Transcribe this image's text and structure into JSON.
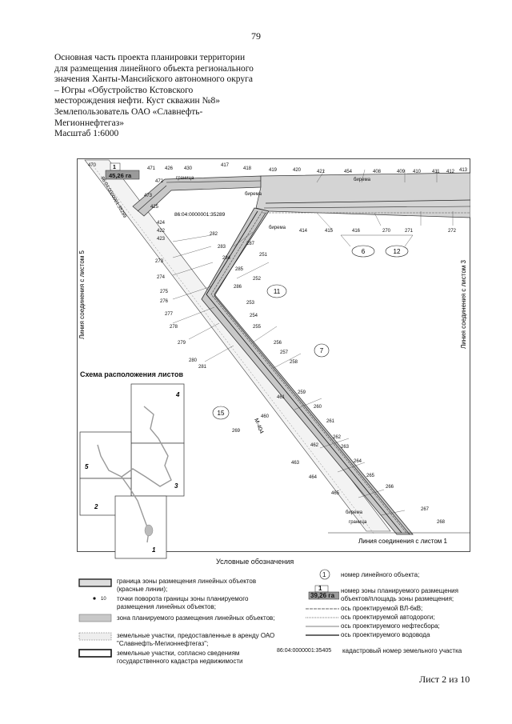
{
  "page_number": "79",
  "title_lines": [
    "Основная часть проекта планировки территории",
    "для размещения линейного объекта регионального",
    "значения Ханты-Мансийского автономного округа",
    "– Югры «Обустройство Кстовского",
    "месторождения нефти. Куст скважин №8»",
    "Землепользователь ОАО «Славнефть-",
    "Мегионнефтегаз»",
    "Масштаб 1:6000"
  ],
  "map": {
    "zone_badge_number": "1",
    "zone_badge_area": "45,26 га",
    "cadastral_label": "86:04:0000001:35289",
    "object_labels": [
      "6",
      "12",
      "11",
      "7",
      "15"
    ],
    "junction_left": "Линия соединения с листом 5",
    "junction_right": "Линия соединения с листом 3",
    "junction_bottom": "Линия соединения с листом 1",
    "road_label": "М-404",
    "point_labels": [
      "470",
      "471",
      "426",
      "430",
      "472",
      "473",
      "425",
      "424",
      "423",
      "422",
      "417",
      "418",
      "419",
      "420",
      "421",
      "454",
      "408",
      "409",
      "410",
      "411",
      "412",
      "413",
      "414",
      "415",
      "416",
      "270",
      "271",
      "272",
      "273",
      "274",
      "275",
      "276",
      "277",
      "278",
      "279",
      "280",
      "281",
      "282",
      "283",
      "284",
      "285",
      "286",
      "287",
      "251",
      "252",
      "253",
      "254",
      "255",
      "256",
      "257",
      "258",
      "259",
      "260",
      "261",
      "262",
      "263",
      "264",
      "265",
      "266",
      "267",
      "268",
      "269",
      "460",
      "461",
      "462",
      "463",
      "464",
      "465"
    ],
    "feature_labels": [
      "бирема",
      "бирема",
      "бирема",
      "бирема",
      "граница",
      "граница"
    ]
  },
  "inset": {
    "title": "Схема расположения листов",
    "sheets": [
      "1",
      "2",
      "3",
      "4",
      "5"
    ]
  },
  "legend": {
    "title": "Условные обозначения",
    "left_items": [
      "граница зоны размещения линейных объектов (красные линии);",
      "точки поворота границы зоны планируемого размещения линейных объектов;",
      "зона планируемого размещения линейных объектов;",
      "земельные участки, предоставленные в аренду ОАО \"Славнефть-Мегионнефтегаз\";",
      "земельные участки, сопласно сведениям государственного кадастра недвижимости"
    ],
    "left_point_sample": "10",
    "right_items": [
      "номер линейного объекта;",
      "номер зоны планируемого размещения объектов/площадь зоны размещения;",
      "ось проектируемой ВЛ-6кВ;",
      "ось проектируемой автодороги;",
      "ось проектируемого нефтесбора;",
      "ось проектируемого водовода",
      "кадастровый номер земельного участка"
    ],
    "right_number_sample": "1",
    "right_zone_number_sample": "1",
    "right_zone_area_sample": "39,26 га",
    "cadastral_sample": "86:04:0000001:35405"
  },
  "sheet_label": "Лист 2 из 10",
  "colors": {
    "zone_fill": "#c8c8c8",
    "badge_fill": "#9a9a9a",
    "line": "#222222"
  }
}
